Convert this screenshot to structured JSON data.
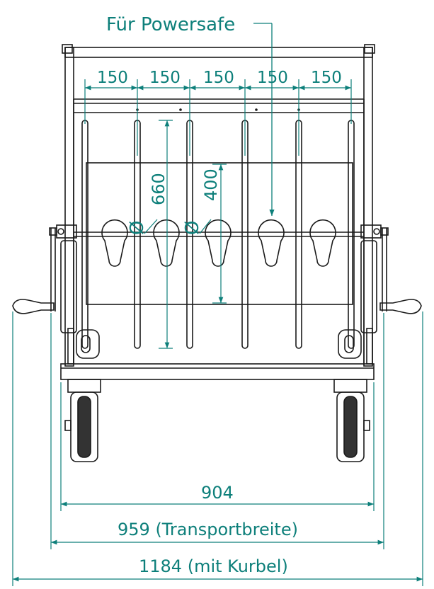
{
  "labels": {
    "powersafe": "Für Powersafe",
    "dim_150": "150",
    "dim_660": "660",
    "dim_400": "400",
    "phi": "Ø",
    "dim_904": "904",
    "dim_959": "959 (Transportbreite)",
    "dim_1184": "1184 (mit Kurbel)"
  },
  "colors": {
    "dimension": "#0d7f7a",
    "outline": "#1a1a1a"
  }
}
